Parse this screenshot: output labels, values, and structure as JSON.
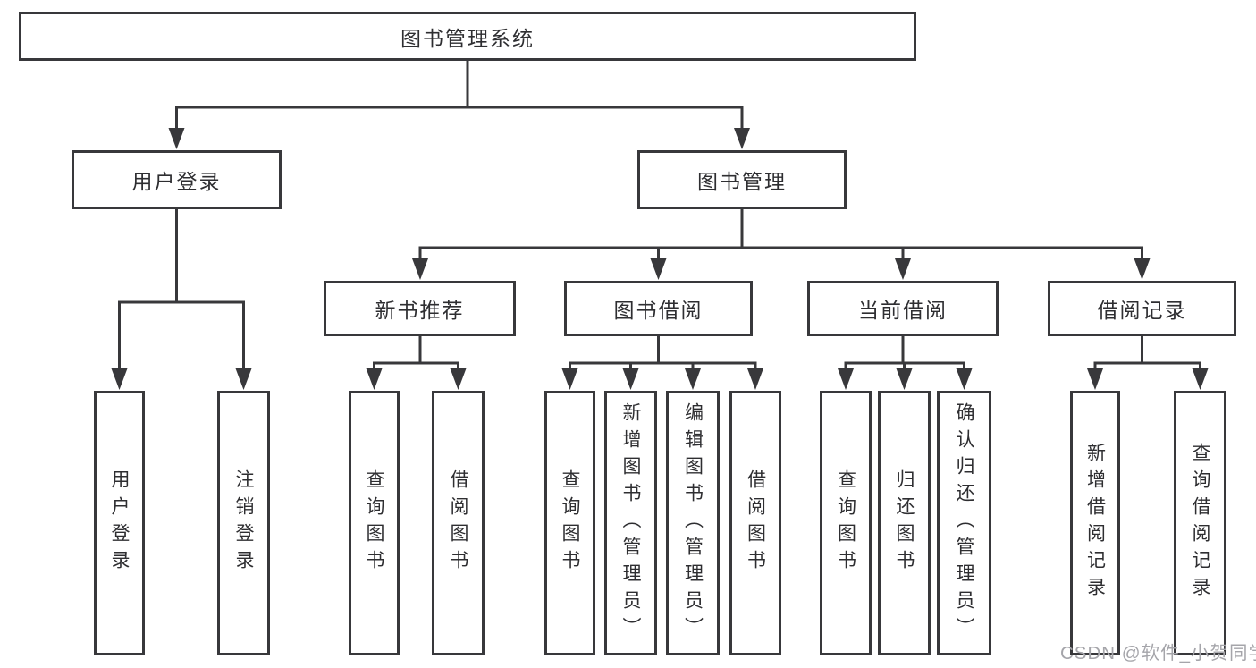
{
  "colors": {
    "line": "#38383b",
    "text": "#2e2e31",
    "watermark": "#a5a5aa",
    "background": "#ffffff"
  },
  "watermark": {
    "text": "CSDN @软件_小贺同学"
  },
  "tree": {
    "root": {
      "label": "图书管理系统",
      "children": [
        {
          "label": "用户登录",
          "children": [
            {
              "label": "用户登录"
            },
            {
              "label": "注销登录"
            }
          ]
        },
        {
          "label": "图书管理",
          "children": [
            {
              "label": "新书推荐",
              "children": [
                {
                  "label": "查询图书"
                },
                {
                  "label": "借阅图书"
                }
              ]
            },
            {
              "label": "图书借阅",
              "children": [
                {
                  "label": "查询图书"
                },
                {
                  "label": "新增图书（管理员）"
                },
                {
                  "label": "编辑图书（管理员）"
                },
                {
                  "label": "借阅图书"
                }
              ]
            },
            {
              "label": "当前借阅",
              "children": [
                {
                  "label": "查询图书"
                },
                {
                  "label": "归还图书"
                },
                {
                  "label": "确认归还（管理员）"
                }
              ]
            },
            {
              "label": "借阅记录",
              "children": [
                {
                  "label": "新增借阅记录"
                },
                {
                  "label": "查询借阅记录"
                }
              ]
            }
          ]
        }
      ]
    }
  }
}
